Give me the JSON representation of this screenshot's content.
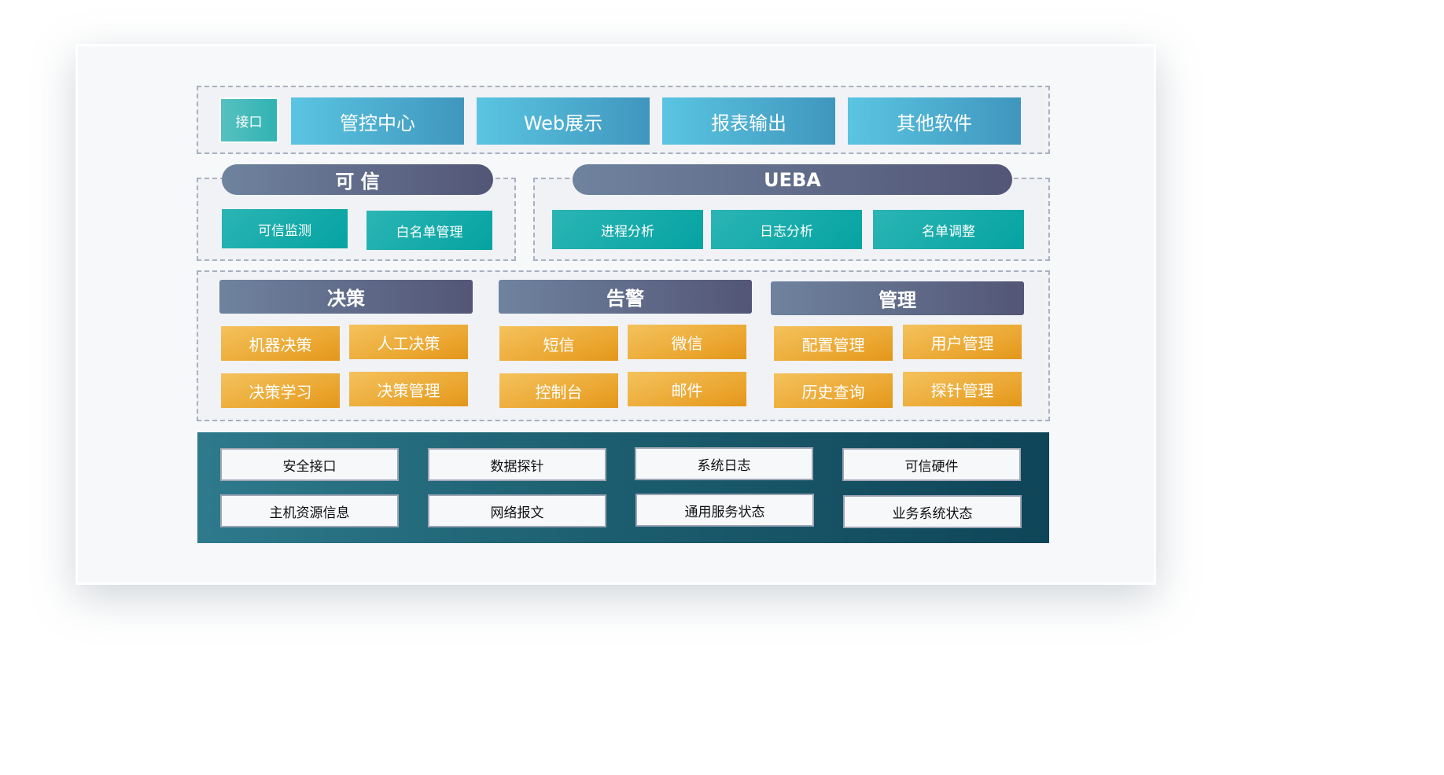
{
  "top_row": {
    "interface_label": "接口",
    "items": [
      "管控中心",
      "Web展示",
      "报表输出",
      "其他软件"
    ]
  },
  "trusted": {
    "title": "可 信",
    "items": [
      "可信监测",
      "白名单管理"
    ]
  },
  "ueba": {
    "title": "UEBA",
    "items": [
      "进程分析",
      "日志分析",
      "名单调整"
    ]
  },
  "groups": [
    {
      "title": "决策",
      "items": [
        "机器决策",
        "人工决策",
        "决策学习",
        "决策管理"
      ]
    },
    {
      "title": "告警",
      "items": [
        "短信",
        "微信",
        "控制台",
        "邮件"
      ]
    },
    {
      "title": "管理",
      "items": [
        "配置管理",
        "用户管理",
        "历史查询",
        "探针管理"
      ]
    }
  ],
  "data_sources": {
    "items": [
      "安全接口",
      "数据探针",
      "系统日志",
      "可信硬件",
      "主机资源信息",
      "网络报文",
      "通用服务状态",
      "业务系统状态"
    ]
  }
}
